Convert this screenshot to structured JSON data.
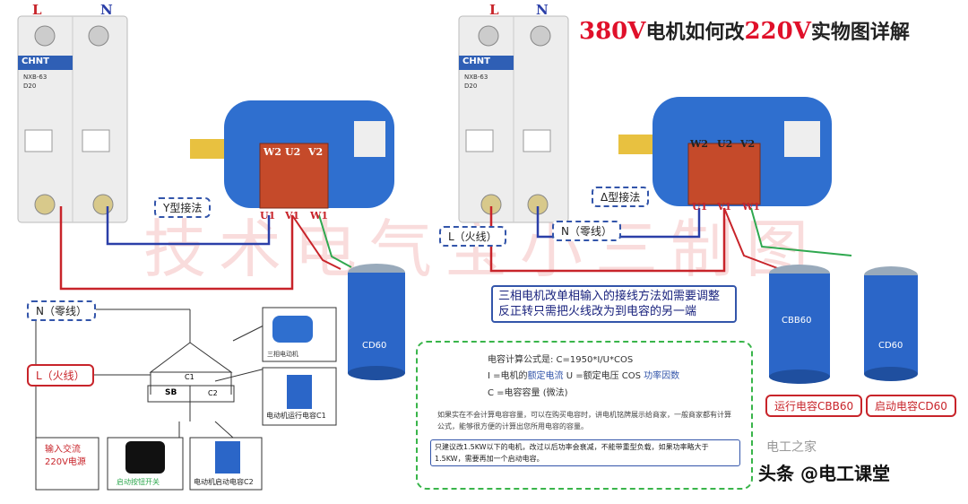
{
  "title": {
    "v1": "380V",
    "middle": "电机如何改",
    "v2": "220V",
    "suffix": "实物图详解"
  },
  "colors": {
    "live": "#c8242a",
    "neutral": "#2b3fa8",
    "ground": "#2fa84f",
    "motor": "#2f6fcf",
    "breaker": "#eaeaea"
  },
  "left_breaker": {
    "L": "L",
    "N": "N",
    "brand": "CHNT",
    "model": "NXB-63",
    "rating": "D20"
  },
  "right_breaker": {
    "L": "L",
    "N": "N",
    "brand": "CHNT",
    "model": "NXB-63",
    "rating": "D20"
  },
  "left_motor": {
    "top_terms": [
      "W2",
      "U2",
      "V2"
    ],
    "bottom_terms": [
      "U1",
      "V1",
      "W1"
    ],
    "connection_label": "Y型接法"
  },
  "right_motor": {
    "top_terms": [
      "W2",
      "U2",
      "V2"
    ],
    "bottom_terms": [
      "U1",
      "V1",
      "W1"
    ],
    "connection_label": "Δ型接法"
  },
  "right_labels": {
    "live": "L（火线）",
    "neutral": "N（零线）"
  },
  "note": "三相电机改单相输入的接线方法如需要调整反正转只需把火线改为到电容的另一端",
  "schematic": {
    "neutral": "N（零线）",
    "live": "L（火线）",
    "input": "输入交流\n220V电源",
    "motor_caption": "三相电动机",
    "run_cap_caption": "电动机运行电容C1",
    "button_caption": "启动按钮开关",
    "start_cap_caption": "电动机启动电容C2",
    "sb": "SB",
    "c1": "C1",
    "c2": "C2"
  },
  "formula": {
    "line1": "电容计算公式是: C=1950*I/U*COS",
    "line2_a": "I =电机的",
    "line2_b": "额定电流",
    "line2_c": " U =额定电压 COS ",
    "line2_d": "功率因数",
    "line3": "C =电容容量 (微法)",
    "para": "如果实在不会计算电容容量，可以在购买电容时，讲电机铭牌展示给商家，一般商家都有计算公式，能够很方便的计算出您所用电容的容量。",
    "boxed": "只建议改1.5KW以下的电机，改过以后功率会衰减，不能带重型负载，如果功率略大于1.5KW，需要再加一个启动电容。"
  },
  "capacitors": {
    "left_cap_text": "CD60",
    "run_cap_text": "CBB60",
    "start_cap_text": "CD60",
    "run_label": "运行电容CBB60",
    "start_label": "启动电容CD60"
  },
  "watermark": "技术电气宝小三制图",
  "footer": "头条 @电工课堂",
  "wechat": "电工之家"
}
